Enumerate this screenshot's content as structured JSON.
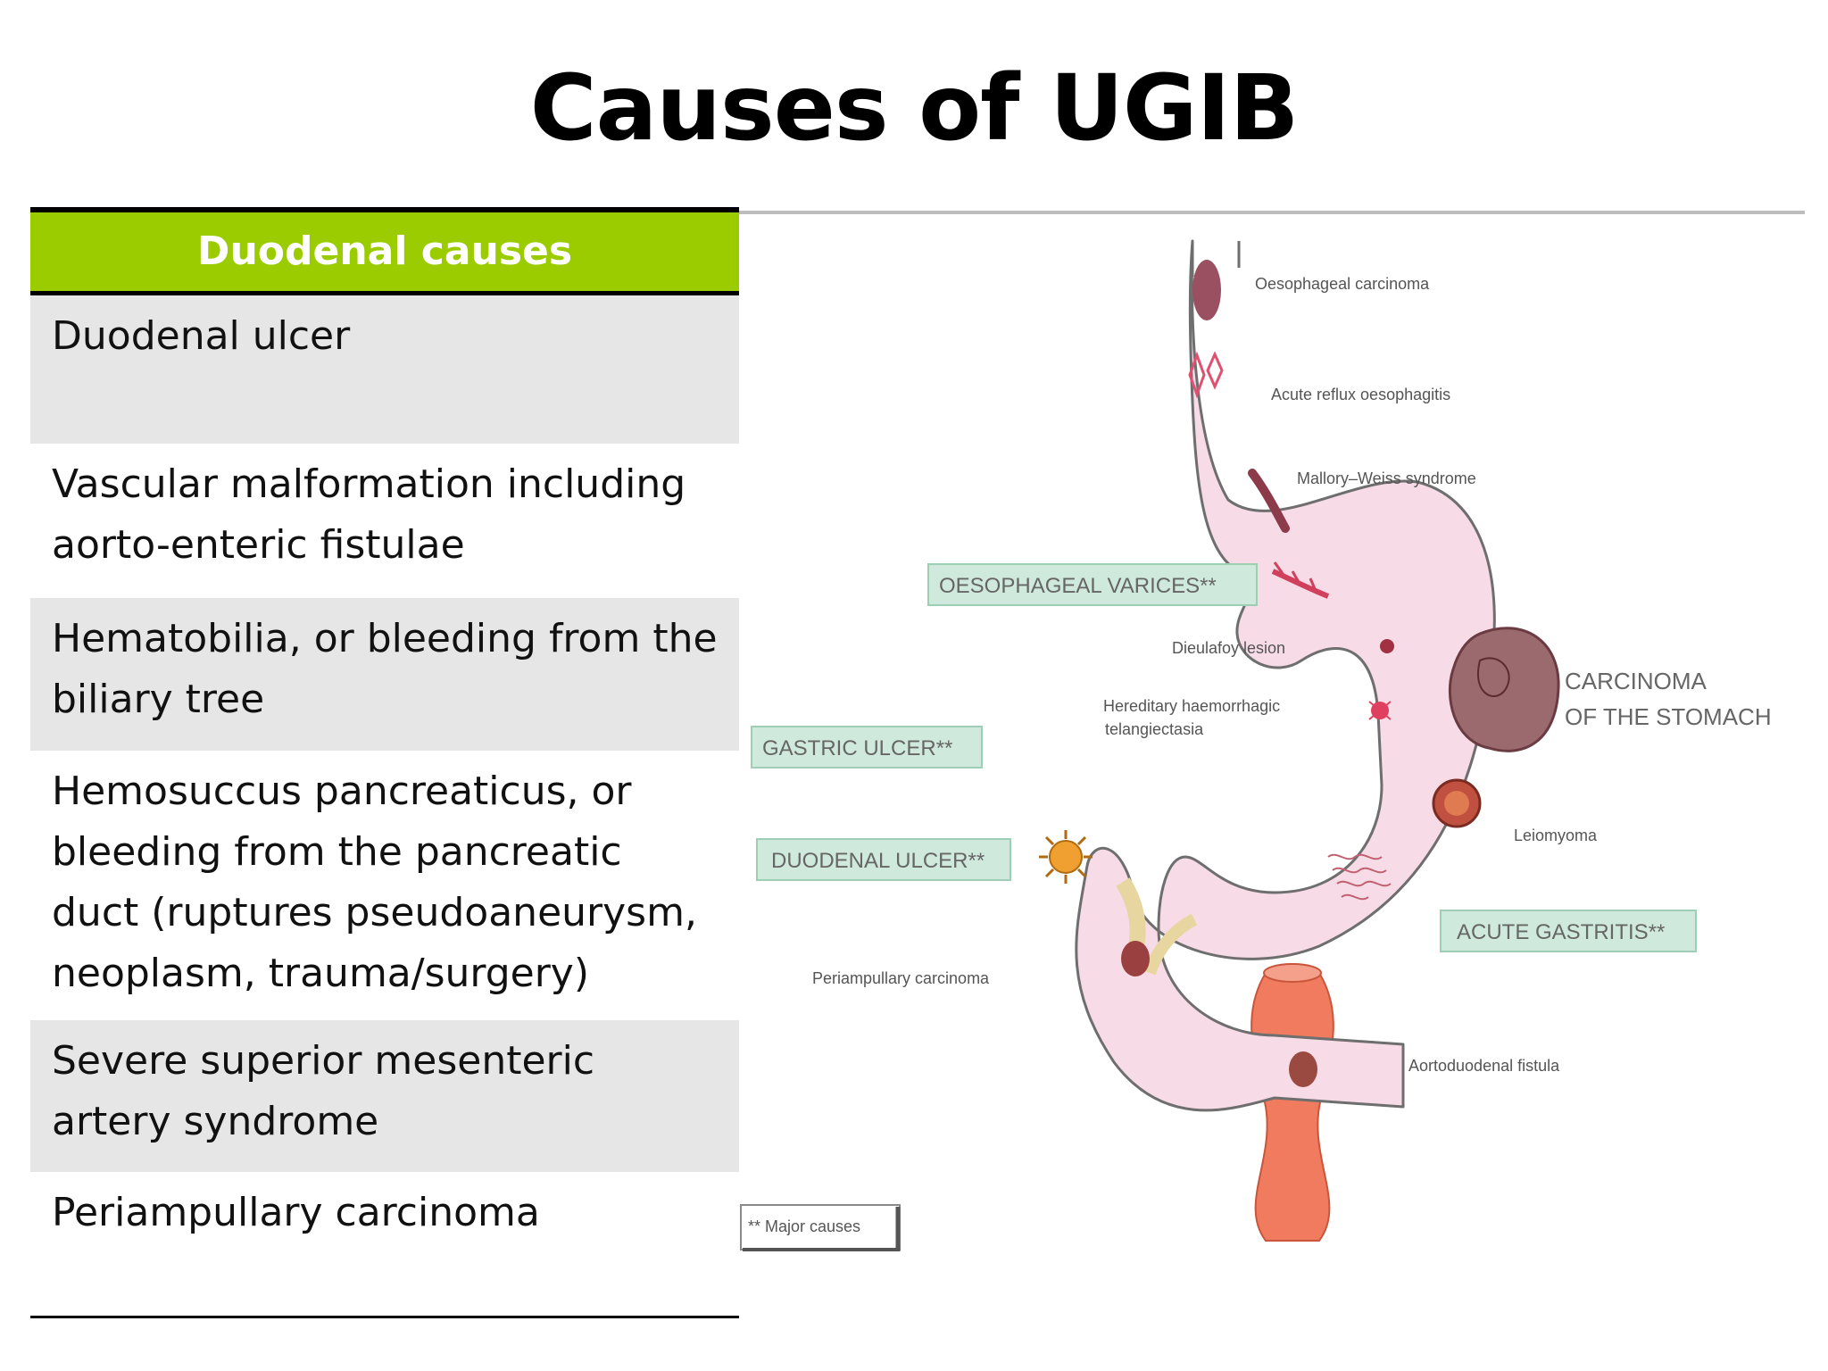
{
  "title": "Causes of UGIB",
  "table": {
    "header": "Duodenal causes",
    "rows": [
      "Duodenal ulcer",
      "Vascular malformation including aorto-enteric fistulae",
      "Hematobilia, or bleeding from the biliary tree",
      "Hemosuccus pancreaticus, or bleeding from the pancreatic duct (ruptures pseudoaneurysm, neoplasm, trauma/surgery)",
      "Severe superior mesenteric artery syndrome",
      "Periampullary carcinoma"
    ]
  },
  "diagram": {
    "labels": {
      "oesophageal_carcinoma": "Oesophageal carcinoma",
      "acute_reflux": "Acute reflux oesophagitis",
      "mallory_weiss": "Mallory–Weiss syndrome",
      "oesophageal_varices": "OESOPHAGEAL VARICES**",
      "dieulafoy": "Dieulafoy lesion",
      "hht_line1": "Hereditary haemorrhagic",
      "hht_line2": "telangiectasia",
      "carcinoma_line1": "CARCINOMA",
      "carcinoma_line2": "OF THE STOMACH",
      "gastric_ulcer": "GASTRIC ULCER**",
      "duodenal_ulcer": "DUODENAL ULCER**",
      "leiomyoma": "Leiomyoma",
      "acute_gastritis": "ACUTE GASTRITIS**",
      "periampullary": "Periampullary carcinoma",
      "aortoduodenal": "Aortoduodenal fistula",
      "major_causes": "** Major causes"
    },
    "colors": {
      "stomach_fill": "#f7dbe6",
      "stomach_outline": "#6e6e6e",
      "label_box_fill": "#cfeadc",
      "aorta_fill": "#f07b5e",
      "lesion": "#8c3b4a"
    }
  }
}
